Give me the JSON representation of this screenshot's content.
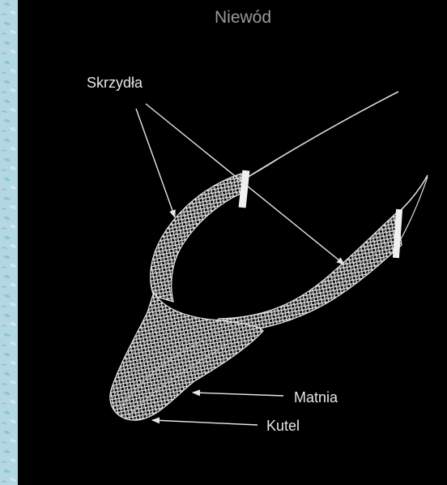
{
  "title": "Niewód",
  "labels": {
    "wings": "Skrzydła",
    "bunt": "Matnia",
    "codend": "Kutel"
  },
  "colors": {
    "background_texture": "#b8dbe6",
    "panel": "#000000",
    "net": "#e6e6e6",
    "title_text": "#9a9a9a"
  }
}
